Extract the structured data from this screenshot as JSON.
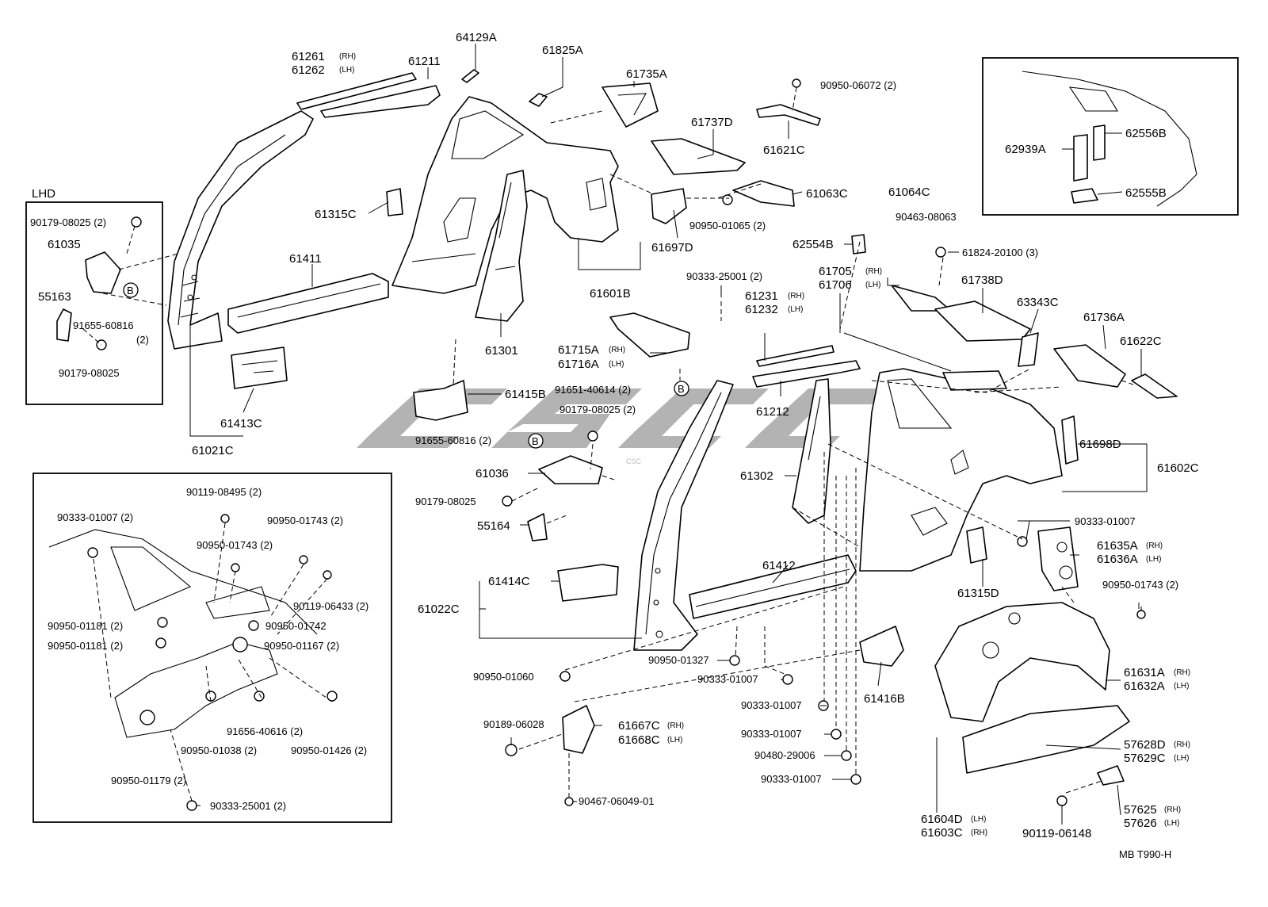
{
  "diagram_code": "MB T990-H",
  "lhd_label": "LHD",
  "watermark": "CSC",
  "ref_marker": "B",
  "labels": [
    {
      "id": "p61261",
      "text": "61261",
      "side": "(RH)"
    },
    {
      "id": "p61262",
      "text": "61262",
      "side": "(LH)"
    },
    {
      "id": "p61211",
      "text": "61211"
    },
    {
      "id": "p64129a",
      "text": "64129A"
    },
    {
      "id": "p61825a",
      "text": "61825A"
    },
    {
      "id": "p61735a",
      "text": "61735A"
    },
    {
      "id": "p90950_06072",
      "text": "90950-06072 (2)"
    },
    {
      "id": "p61737d",
      "text": "61737D"
    },
    {
      "id": "p61621c",
      "text": "61621C"
    },
    {
      "id": "p61063c",
      "text": "61063C"
    },
    {
      "id": "p90950_01065",
      "text": "90950-01065 (2)"
    },
    {
      "id": "p61315c",
      "text": "61315C"
    },
    {
      "id": "p61697d",
      "text": "61697D"
    },
    {
      "id": "p61411",
      "text": "61411"
    },
    {
      "id": "p61601b",
      "text": "61601B"
    },
    {
      "id": "p61301",
      "text": "61301"
    },
    {
      "id": "p61021c",
      "text": "61021C"
    },
    {
      "id": "p61413c",
      "text": "61413C"
    },
    {
      "id": "p90179_08025a",
      "text": "90179-08025 (2)"
    },
    {
      "id": "p61035",
      "text": "61035"
    },
    {
      "id": "p55163",
      "text": "55163"
    },
    {
      "id": "p91655_60816a",
      "text": "91655-60816"
    },
    {
      "id": "p91655_60816a_q",
      "text": "(2)"
    },
    {
      "id": "p90179_08025b",
      "text": "90179-08025"
    },
    {
      "id": "p61715a",
      "text": "61715A",
      "side": "(RH)"
    },
    {
      "id": "p61716a",
      "text": "61716A",
      "side": "(LH)"
    },
    {
      "id": "p91651_40614",
      "text": "91651-40614 (2)"
    },
    {
      "id": "p61415b",
      "text": "61415B"
    },
    {
      "id": "p90179_08025c",
      "text": "90179-08025 (2)"
    },
    {
      "id": "p91655_60816b",
      "text": "91655-60816 (2)"
    },
    {
      "id": "p61036",
      "text": "61036"
    },
    {
      "id": "p90179_08025d",
      "text": "90179-08025"
    },
    {
      "id": "p55164",
      "text": "55164"
    },
    {
      "id": "p61414c",
      "text": "61414C"
    },
    {
      "id": "p61022c",
      "text": "61022C"
    },
    {
      "id": "p90950_01060",
      "text": "90950-01060"
    },
    {
      "id": "p90950_01327",
      "text": "90950-01327"
    },
    {
      "id": "p90333_01007a",
      "text": "90333-01007"
    },
    {
      "id": "p90189_06028",
      "text": "90189-06028"
    },
    {
      "id": "p61667c",
      "text": "61667C",
      "side": "(RH)"
    },
    {
      "id": "p61668c",
      "text": "61668C",
      "side": "(LH)"
    },
    {
      "id": "p90467_06049",
      "text": "90467-06049-01"
    },
    {
      "id": "p90333_01007b",
      "text": "90333-01007"
    },
    {
      "id": "p90333_01007c",
      "text": "90333-01007"
    },
    {
      "id": "p90480_29006",
      "text": "90480-29006"
    },
    {
      "id": "p90333_01007d",
      "text": "90333-01007"
    },
    {
      "id": "p61416b",
      "text": "61416B"
    },
    {
      "id": "p61412",
      "text": "61412"
    },
    {
      "id": "p61302",
      "text": "61302"
    },
    {
      "id": "p61212",
      "text": "61212"
    },
    {
      "id": "p90333_25001a",
      "text": "90333-25001 (2)"
    },
    {
      "id": "p61231",
      "text": "61231",
      "side": "(RH)"
    },
    {
      "id": "p61232",
      "text": "61232",
      "side": "(LH)"
    },
    {
      "id": "p62554b",
      "text": "62554B"
    },
    {
      "id": "p61705",
      "text": "61705",
      "side": "(RH)"
    },
    {
      "id": "p61706",
      "text": "61706",
      "side": "(LH)"
    },
    {
      "id": "p61064c",
      "text": "61064C"
    },
    {
      "id": "p90463_08063",
      "text": "90463-08063"
    },
    {
      "id": "p61824_20100",
      "text": "61824-20100 (3)"
    },
    {
      "id": "p61738d",
      "text": "61738D"
    },
    {
      "id": "p63343c",
      "text": "63343C"
    },
    {
      "id": "p61736a",
      "text": "61736A"
    },
    {
      "id": "p61622c",
      "text": "61622C"
    },
    {
      "id": "p61698d",
      "text": "61698D"
    },
    {
      "id": "p61602c",
      "text": "61602C"
    },
    {
      "id": "p90333_01007e",
      "text": "90333-01007"
    },
    {
      "id": "p61635a",
      "text": "61635A",
      "side": "(RH)"
    },
    {
      "id": "p61636a",
      "text": "61636A",
      "side": "(LH)"
    },
    {
      "id": "p61315d",
      "text": "61315D"
    },
    {
      "id": "p90950_01743r",
      "text": "90950-01743 (2)"
    },
    {
      "id": "p61631a",
      "text": "61631A",
      "side": "(RH)"
    },
    {
      "id": "p61632a",
      "text": "61632A",
      "side": "(LH)"
    },
    {
      "id": "p57628d",
      "text": "57628D",
      "side": "(RH)"
    },
    {
      "id": "p57629c",
      "text": "57629C",
      "side": "(LH)"
    },
    {
      "id": "p57625",
      "text": "57625",
      "side": "(RH)"
    },
    {
      "id": "p57626",
      "text": "57626",
      "side": "(LH)"
    },
    {
      "id": "p61604d",
      "text": "61604D",
      "side": "(LH)"
    },
    {
      "id": "p61603c",
      "text": "61603C",
      "side": "(RH)"
    },
    {
      "id": "p90119_06148",
      "text": "90119-06148"
    },
    {
      "id": "p62939a",
      "text": "62939A"
    },
    {
      "id": "p62556b",
      "text": "62556B"
    },
    {
      "id": "p62555b",
      "text": "62555B"
    },
    {
      "id": "i90119_08495",
      "text": "90119-08495 (2)"
    },
    {
      "id": "i90333_01007",
      "text": "90333-01007 (2)"
    },
    {
      "id": "i90950_01743a",
      "text": "90950-01743 (2)"
    },
    {
      "id": "i90950_01743b",
      "text": "90950-01743 (2)"
    },
    {
      "id": "i90119_06433",
      "text": "90119-06433 (2)"
    },
    {
      "id": "i90950_01181a",
      "text": "90950-01181 (2)"
    },
    {
      "id": "i90950_01742",
      "text": "90950-01742"
    },
    {
      "id": "i90950_01181b",
      "text": "90950-01181 (2)"
    },
    {
      "id": "i90950_01167",
      "text": "90950-01167 (2)"
    },
    {
      "id": "i91656_40616",
      "text": "91656-40616 (2)"
    },
    {
      "id": "i90950_01038",
      "text": "90950-01038 (2)"
    },
    {
      "id": "i90950_01426",
      "text": "90950-01426 (2)"
    },
    {
      "id": "i90950_01179",
      "text": "90950-01179 (2)"
    },
    {
      "id": "i90333_25001",
      "text": "90333-25001 (2)"
    }
  ]
}
